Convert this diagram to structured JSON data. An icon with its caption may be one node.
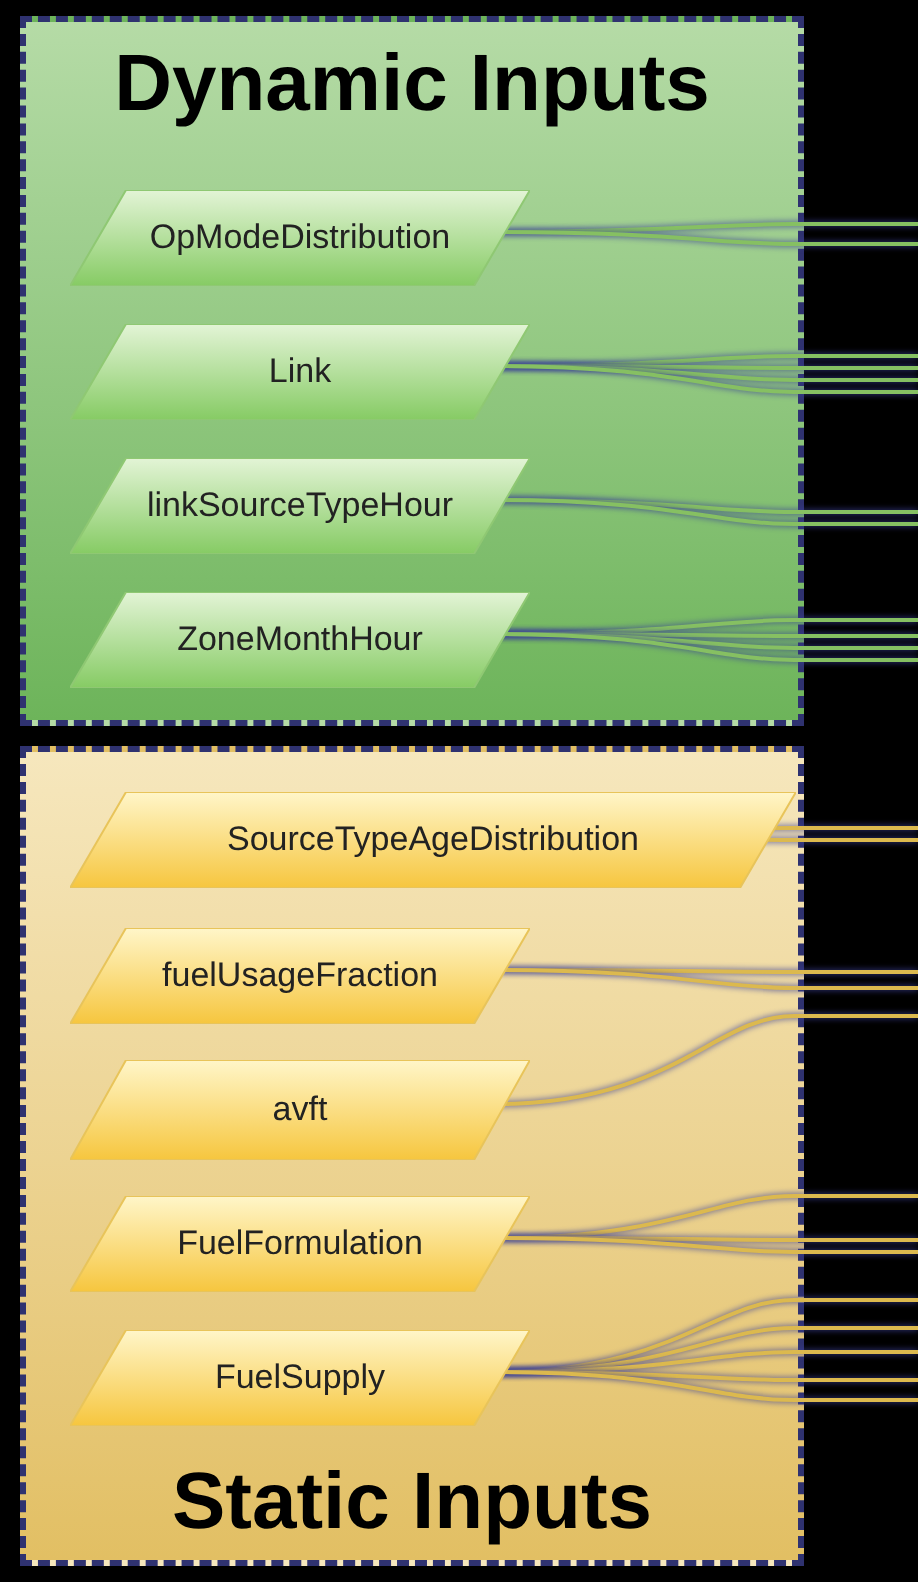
{
  "diagram": {
    "nodes": [
      {
        "text": [
          "Dynamic Inputs"
        ]
      },
      {
        "text": [
          "OpModeDistribution"
        ],
        "in": 0
      },
      {
        "text": [
          "Link"
        ],
        "in": 0
      },
      {
        "text": [
          "linkSourceTypeHour"
        ],
        "in": 0
      },
      {
        "text": [
          "ZoneMonthHour"
        ],
        "in": 0
      },
      {
        "text": [
          "Static Inputs"
        ]
      },
      {
        "text": [
          "SourceTypeAgeDistribution"
        ],
        "in": 5
      },
      {
        "text": [
          "fuelUsageFraction"
        ],
        "in": 5
      },
      {
        "text": [
          "avft"
        ],
        "in": 5
      },
      {
        "text": [
          "FuelFormulation"
        ],
        "in": 5
      },
      {
        "text": [
          "FuelSupply"
        ],
        "in": 5
      }
    ],
    "edges": [
      {
        "from": 1,
        "to": null,
        "arrow": "none",
        "color": "#86c062"
      },
      {
        "from": 1,
        "to": null,
        "arrow": "none",
        "color": "#86c062"
      },
      {
        "from": 2,
        "to": null,
        "arrow": "none",
        "color": "#86c062"
      },
      {
        "from": 2,
        "to": null,
        "arrow": "none",
        "color": "#86c062"
      },
      {
        "from": 2,
        "to": null,
        "arrow": "none",
        "color": "#86c062"
      },
      {
        "from": 2,
        "to": null,
        "arrow": "none",
        "color": "#86c062"
      },
      {
        "from": 3,
        "to": null,
        "arrow": "none",
        "color": "#86c062"
      },
      {
        "from": 3,
        "to": null,
        "arrow": "none",
        "color": "#86c062"
      },
      {
        "from": 4,
        "to": null,
        "arrow": "none",
        "color": "#86c062"
      },
      {
        "from": 4,
        "to": null,
        "arrow": "none",
        "color": "#86c062"
      },
      {
        "from": 4,
        "to": null,
        "arrow": "none",
        "color": "#86c062"
      },
      {
        "from": 4,
        "to": null,
        "arrow": "none",
        "color": "#86c062"
      },
      {
        "from": 6,
        "to": null,
        "arrow": "none",
        "color": "#dcb94e"
      },
      {
        "from": 6,
        "to": null,
        "arrow": "none",
        "color": "#dcb94e"
      },
      {
        "from": 7,
        "to": null,
        "arrow": "none",
        "color": "#dcb94e"
      },
      {
        "from": 7,
        "to": null,
        "arrow": "none",
        "color": "#dcb94e"
      },
      {
        "from": 8,
        "to": null,
        "arrow": "none",
        "color": "#dcb94e"
      },
      {
        "from": 9,
        "to": null,
        "arrow": "none",
        "color": "#dcb94e"
      },
      {
        "from": 9,
        "to": null,
        "arrow": "none",
        "color": "#dcb94e"
      },
      {
        "from": 9,
        "to": null,
        "arrow": "none",
        "color": "#dcb94e"
      },
      {
        "from": 10,
        "to": null,
        "arrow": "none",
        "color": "#dcb94e"
      },
      {
        "from": 10,
        "to": null,
        "arrow": "none",
        "color": "#dcb94e"
      },
      {
        "from": 10,
        "to": null,
        "arrow": "none",
        "color": "#dcb94e"
      },
      {
        "from": 10,
        "to": null,
        "arrow": "none",
        "color": "#dcb94e"
      },
      {
        "from": 10,
        "to": null,
        "arrow": "none",
        "color": "#dcb94e"
      }
    ]
  }
}
